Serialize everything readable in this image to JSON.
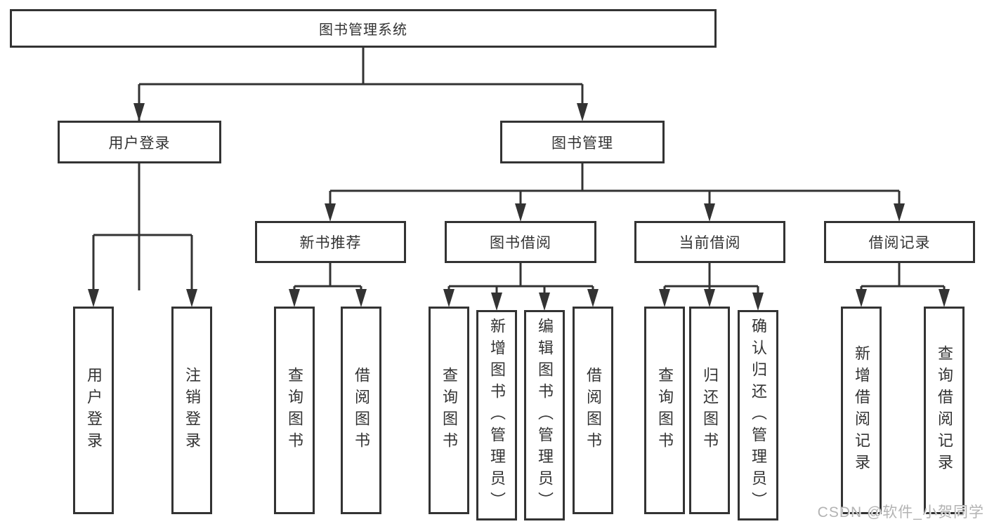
{
  "tree": {
    "label": "图书管理系统",
    "children": [
      {
        "label": "用户登录",
        "children": [
          {
            "label": "用户登录"
          },
          {
            "label": "注销登录"
          }
        ]
      },
      {
        "label": "图书管理",
        "children": [
          {
            "label": "新书推荐",
            "children": [
              {
                "label": "查询图书"
              },
              {
                "label": "借阅图书"
              }
            ]
          },
          {
            "label": "图书借阅",
            "children": [
              {
                "label": "查询图书"
              },
              {
                "label": "新增图书（管理员）"
              },
              {
                "label": "编辑图书（管理员）"
              },
              {
                "label": "借阅图书"
              }
            ]
          },
          {
            "label": "当前借阅",
            "children": [
              {
                "label": "查询图书"
              },
              {
                "label": "归还图书"
              },
              {
                "label": "确认归还（管理员）"
              }
            ]
          },
          {
            "label": "借阅记录",
            "children": [
              {
                "label": "新增借阅记录"
              },
              {
                "label": "查询借阅记录"
              }
            ]
          }
        ]
      }
    ]
  },
  "watermark": "CSDN @软件_小贺同学",
  "colors": {
    "line": "#333333",
    "background": "#ffffff",
    "watermark": "#b3b3b3"
  }
}
